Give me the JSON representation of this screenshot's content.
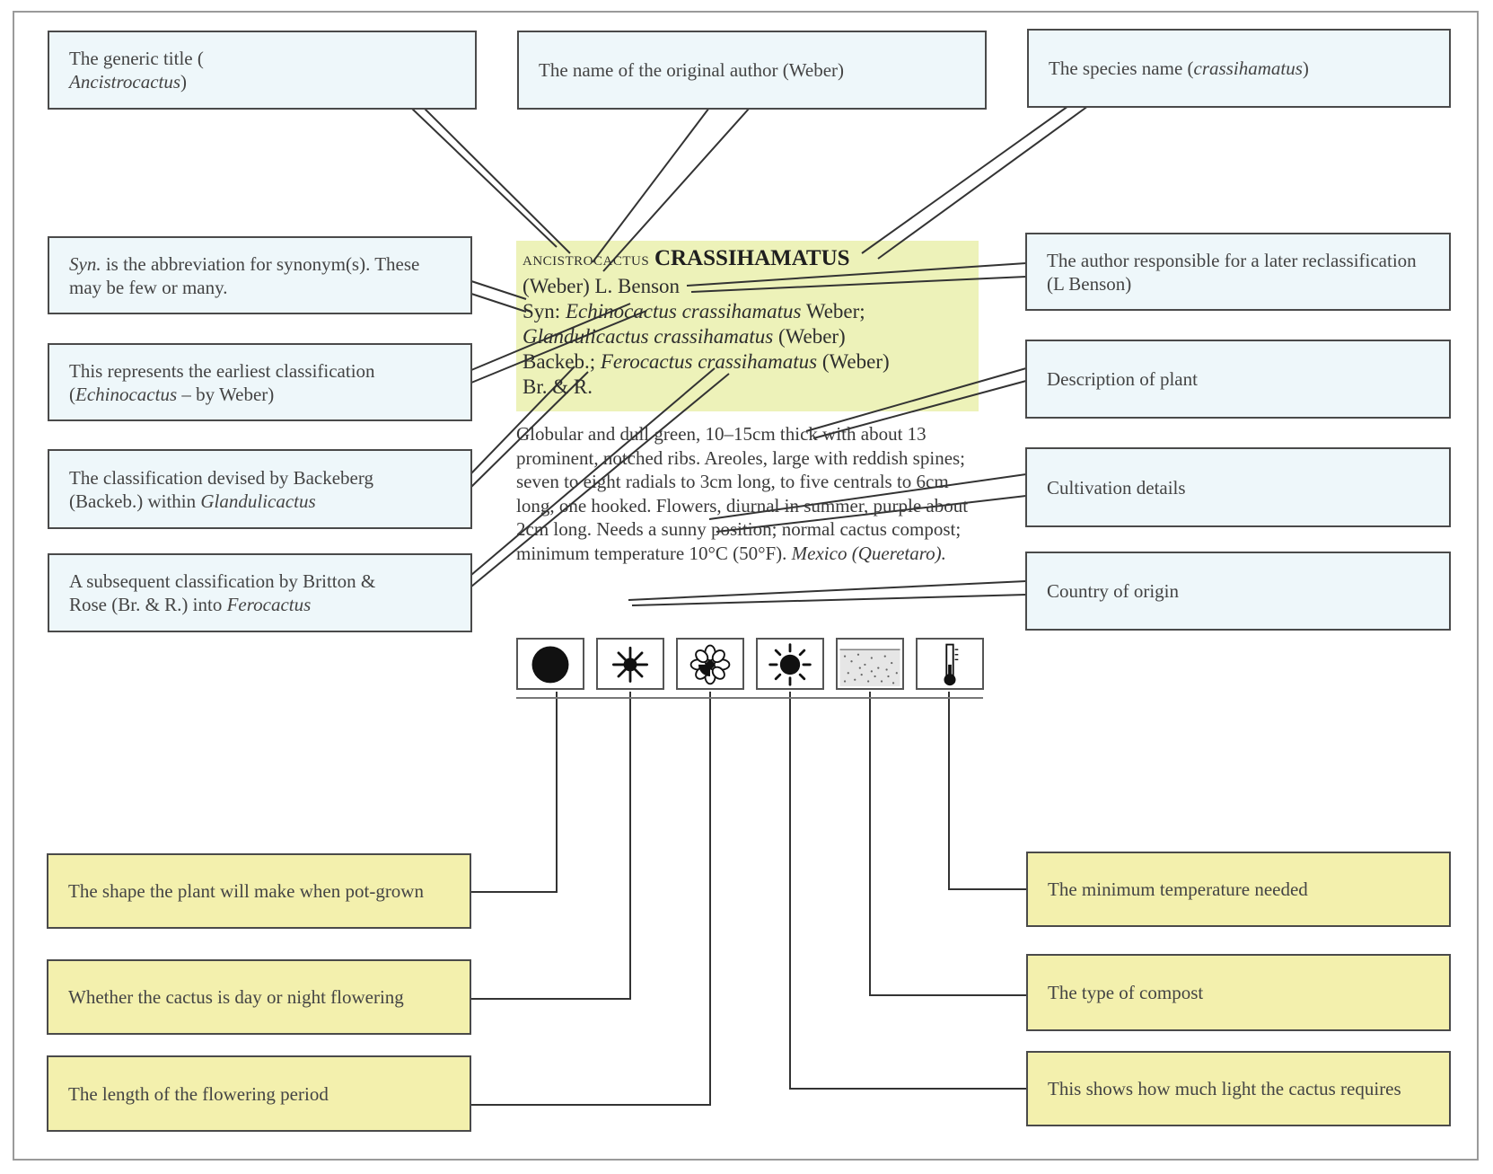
{
  "top_labels": {
    "generic_title": {
      "text": "The generic title (",
      "italic": "Ancistrocactus",
      "end": ")"
    },
    "original_author": {
      "text": "The name of the original author (Weber)"
    },
    "species_name": {
      "text": "The species name (",
      "italic": "crassihamatus",
      "end": ")"
    }
  },
  "left_labels": {
    "syn": {
      "italic": "Syn.",
      "text": " is the abbreviation for synonym(s). These may be few or many."
    },
    "earliest": {
      "line1": "This represents the earliest classification",
      "open": "(",
      "italic": "Echinocactus",
      "end": " – by Weber)"
    },
    "backeberg": {
      "line1": "The classification devised by Backeberg",
      "line2": "(Backeb.) within ",
      "italic": "Glandulicactus"
    },
    "britton": {
      "line1": "A subsequent classification by Britton &",
      "line2": "Rose (Br. & R.) into ",
      "italic": "Ferocactus"
    }
  },
  "right_labels": {
    "later_author": "The author responsible for a later reclassification (L Benson)",
    "description": "Description of plant",
    "cultivation": "Cultivation details",
    "country": "Country of origin"
  },
  "entry": {
    "genus": "ANCISTROCACTUS",
    "species": "CRASSIHAMATUS",
    "author_line": "(Weber) L. Benson",
    "syn_label": "Syn: ",
    "syn1_italic": "Echinocactus crassihamatus",
    "syn1_author": " Weber;",
    "syn2_italic": "Glandulicactus crassihamatus",
    "syn2_author": " (Weber)",
    "syn3_pre": "Backeb.; ",
    "syn3_italic": "Ferocactus crassihamatus",
    "syn3_author": " (Weber)",
    "syn3_end": "Br. & R."
  },
  "description_text": "Globular and dull green, 10–15cm thick with about 13 prominent, notched ribs. Areoles, large with reddish spines; seven to eight radials to 3cm long, to five centrals to 6cm long, one hooked. Flowers, diurnal in summer, purple about 2cm long. Needs a sunny position; normal cactus compost; minimum temperature 10°C (50°F).",
  "origin_text": "Mexico (Queretaro).",
  "icons": [
    "globe-shape-icon",
    "day-flowering-icon",
    "flowering-period-icon",
    "sun-light-icon",
    "compost-icon",
    "thermometer-icon"
  ],
  "bottom_left_labels": {
    "shape": "The shape the plant will make when pot-grown",
    "day_night": "Whether the cactus is day or night flowering",
    "length": "The length of the flowering period"
  },
  "bottom_right_labels": {
    "temperature": "The minimum temperature needed",
    "compost": "The type of compost",
    "light": "This shows how much light the cactus requires"
  },
  "colors": {
    "label_blue": "#eef7fa",
    "label_yellow": "#f3f0ad",
    "entry_highlight": "#edf2b9"
  }
}
